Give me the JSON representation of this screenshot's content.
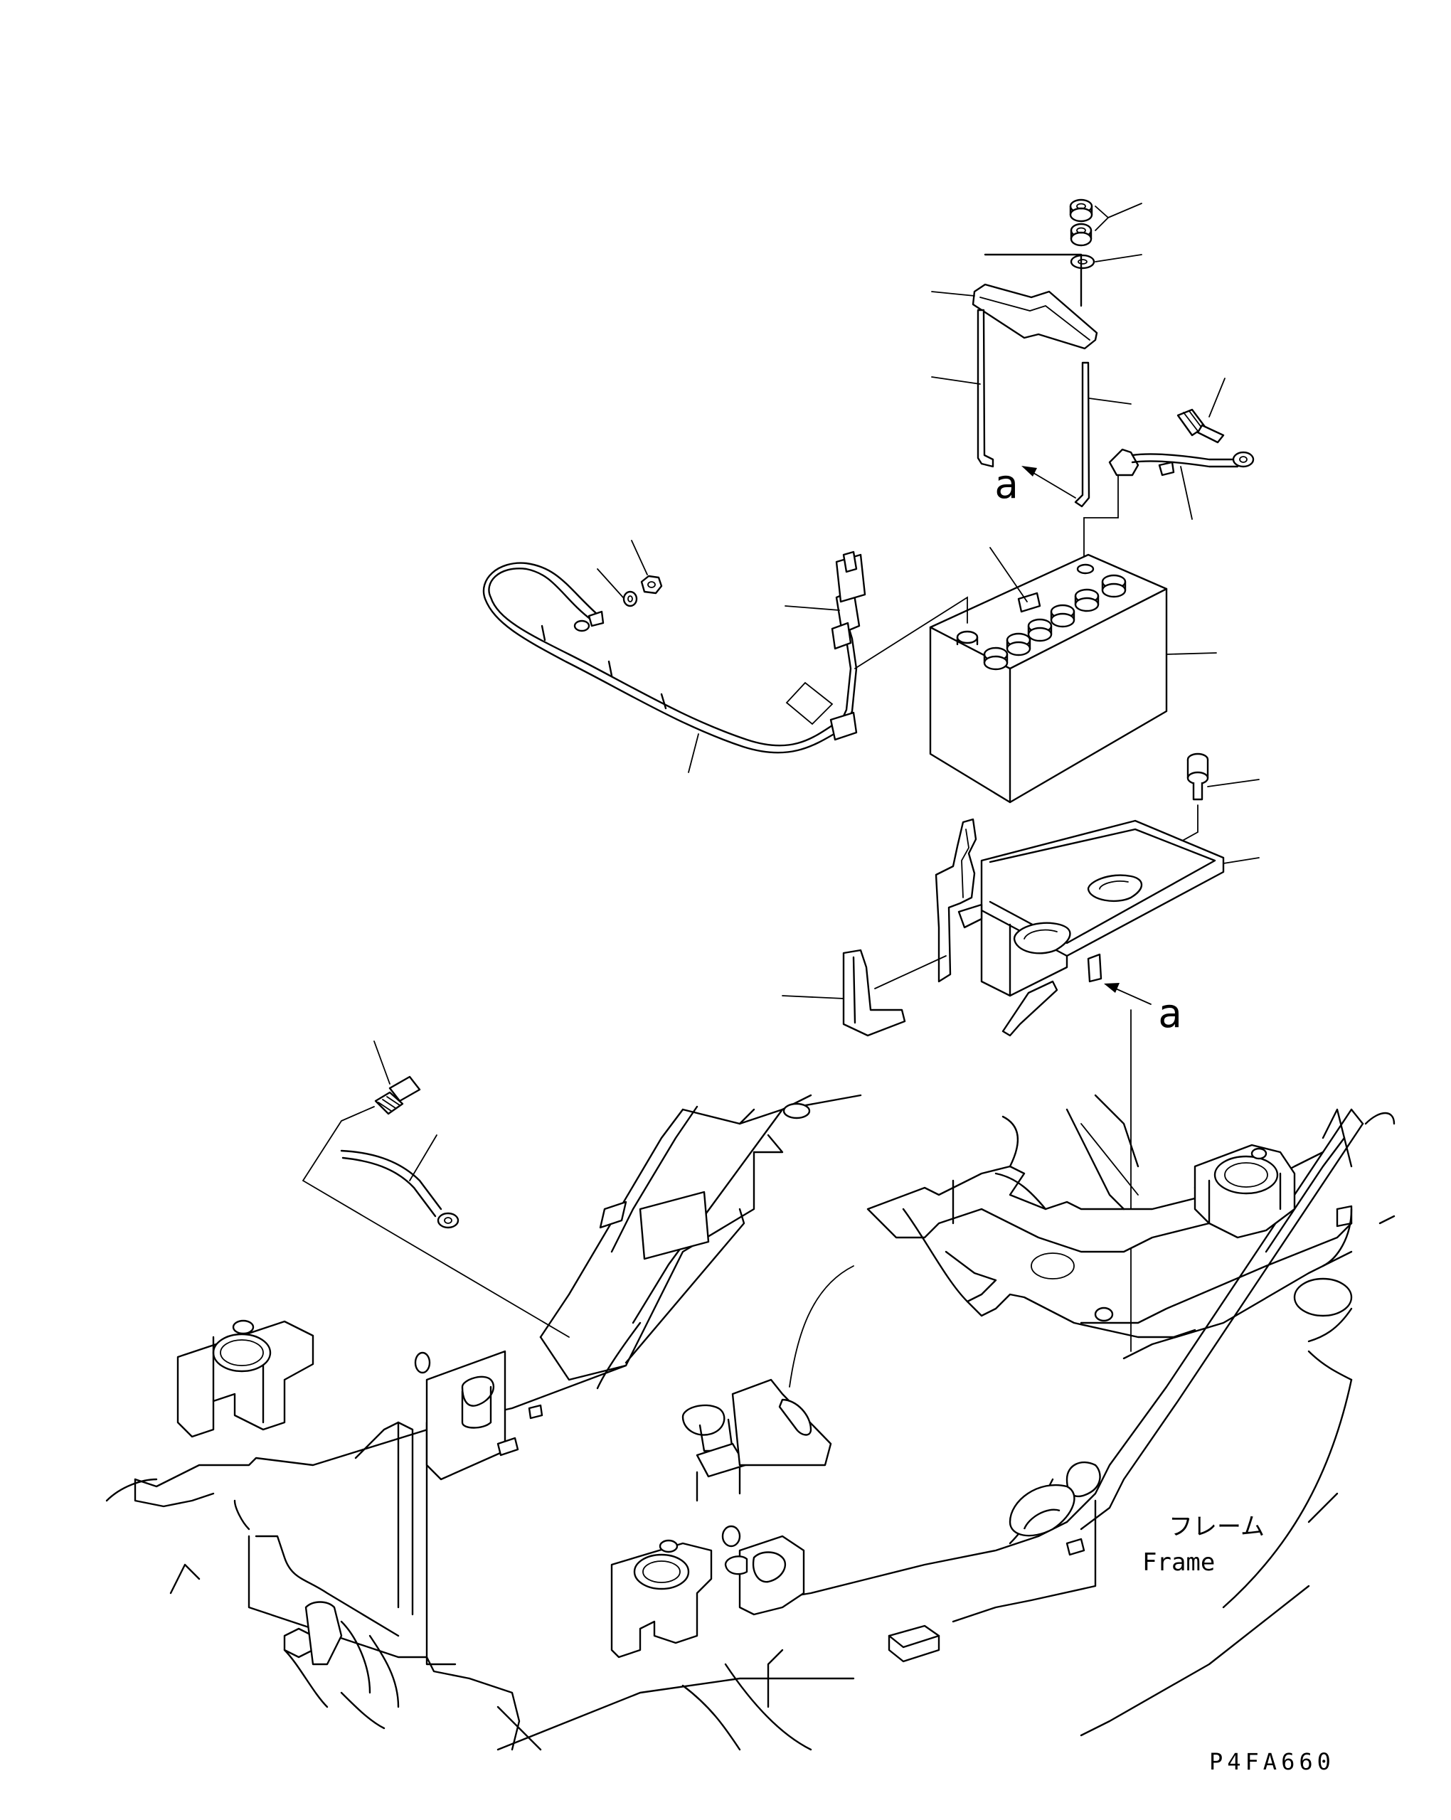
{
  "labels": {
    "callout_a": "a",
    "frame_jp": "フレーム",
    "frame_en": "Frame",
    "drawing_id": "P4FA660"
  },
  "colors": {
    "line": "#000000",
    "background": "#ffffff"
  }
}
